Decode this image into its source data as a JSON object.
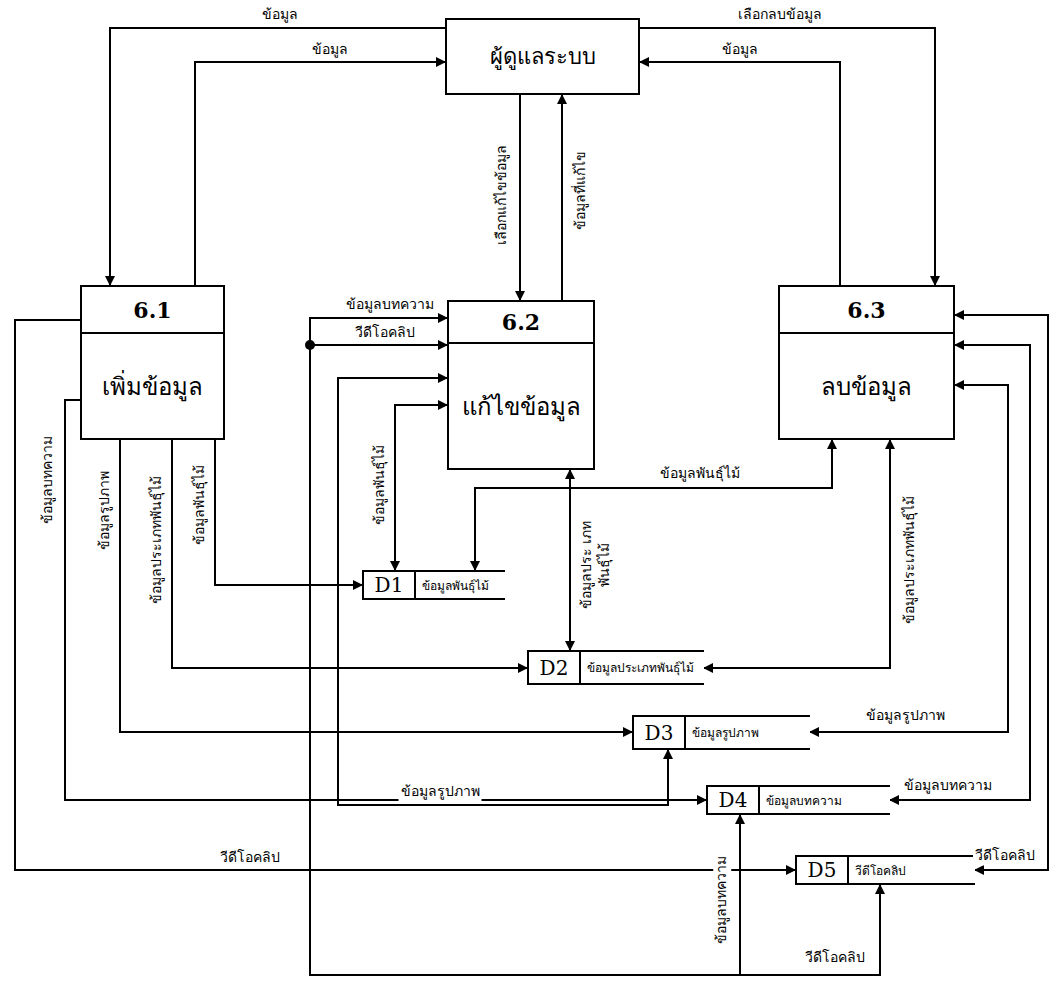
{
  "diagram": {
    "nodes": [
      {
        "text": [
          "ผู้ดูแลระบบ"
        ]
      },
      {
        "text": [
          "6.1",
          "เพิ่มข้อมูล"
        ]
      },
      {
        "text": [
          "6.2",
          "แก้ไขข้อมูล"
        ]
      },
      {
        "text": [
          "6.3",
          "ลบข้อมูล"
        ]
      },
      {
        "text": [
          "D1",
          "ข้อมูลพันธุ์ไม้"
        ]
      },
      {
        "text": [
          "D2",
          "ข้อมูลประเภทพันธุ์ไม้"
        ]
      },
      {
        "text": [
          "D3",
          "ข้อมูลรูปภาพ"
        ]
      },
      {
        "text": [
          "D4",
          "ข้อมูลบทความ"
        ]
      },
      {
        "text": [
          "D5",
          "วีดีโอคลิป"
        ]
      }
    ],
    "edges": [
      {
        "from": 0,
        "to": 1,
        "label": "ข้อมูล",
        "arrow": "to"
      },
      {
        "from": 1,
        "to": 0,
        "label": "ข้อมูล",
        "arrow": "to"
      },
      {
        "from": 0,
        "to": 2,
        "label": "เลือกแก้ไขข้อมูล",
        "arrow": "to"
      },
      {
        "from": 2,
        "to": 0,
        "label": "ข้อมูลที่แก้ไข",
        "arrow": "to"
      },
      {
        "from": 0,
        "to": 3,
        "label": "เลือกลบข้อมูล",
        "arrow": "to"
      },
      {
        "from": 3,
        "to": 0,
        "label": "ข้อมูล",
        "arrow": "to"
      },
      {
        "from": 1,
        "to": 4,
        "label": "ข้อมูลพันธุ์ไม้",
        "arrow": "to"
      },
      {
        "from": 1,
        "to": 5,
        "label": "ข้อมูลประเภทพันธุ์ไม้",
        "arrow": "to"
      },
      {
        "from": 1,
        "to": 6,
        "label": "ข้อมูลรูปภาพ",
        "arrow": "to"
      },
      {
        "from": 1,
        "to": 7,
        "label": "ข้อมูลบทความ",
        "arrow": "to"
      },
      {
        "from": 1,
        "to": 8,
        "label": "วีดีโอคลิป",
        "arrow": "to"
      },
      {
        "from": 2,
        "to": 4,
        "label": "ข้อมูลพันธุ์ไม้",
        "arrow": "both"
      },
      {
        "from": 2,
        "to": 5,
        "label": "ข้อมูลประ เภทพันธุ์ไม้",
        "arrow": "both"
      },
      {
        "from": 2,
        "to": 6,
        "label": "ข้อมูลรูปภาพ",
        "arrow": "both"
      },
      {
        "from": 2,
        "to": 7,
        "label": "ข้อมูลบทความ",
        "arrow": "both"
      },
      {
        "from": 2,
        "to": 8,
        "label": "วีดีโอคลิป",
        "arrow": "both"
      },
      {
        "from": 3,
        "to": 4,
        "label": "ข้อมูลพันธุ์ไม้",
        "arrow": "both"
      },
      {
        "from": 3,
        "to": 5,
        "label": "ข้อมูลประเภทพันธุ์ไม้",
        "arrow": "both"
      },
      {
        "from": 3,
        "to": 6,
        "label": "ข้อมูลรูปภาพ",
        "arrow": "both"
      },
      {
        "from": 3,
        "to": 7,
        "label": "ข้อมูลบทความ",
        "arrow": "both"
      },
      {
        "from": 3,
        "to": 8,
        "label": "วีดีโอคลิป",
        "arrow": "both"
      }
    ],
    "labels": [
      "ข้อมูลบทความ",
      "วีดีโอคลิป"
    ]
  }
}
